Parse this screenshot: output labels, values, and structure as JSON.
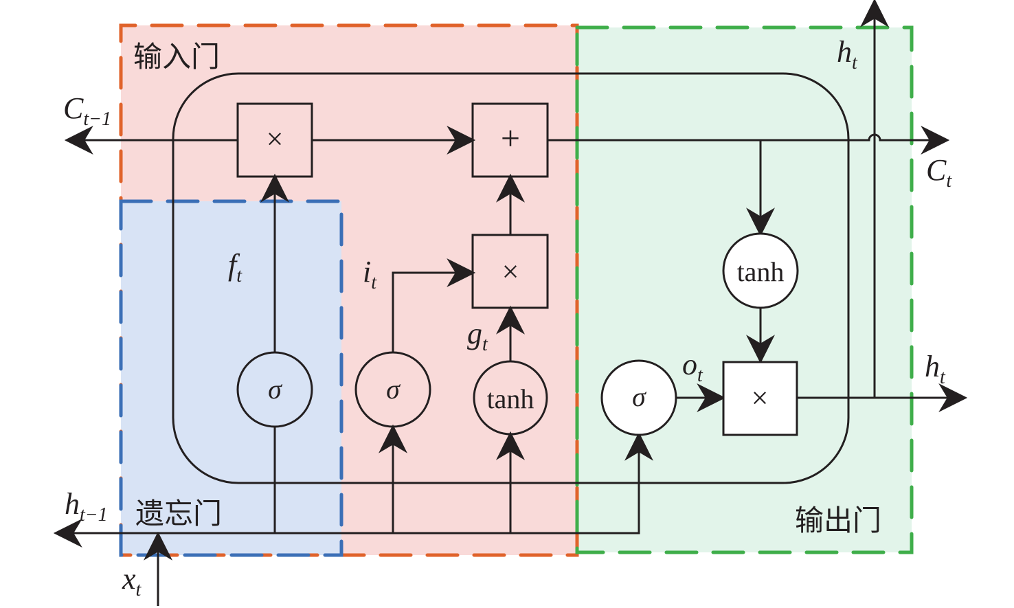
{
  "colors": {
    "input_gate_fill": "#f9dad9",
    "input_gate_border": "#e0622a",
    "forget_gate_fill": "#d8e3f5",
    "forget_gate_border": "#3b6fb6",
    "output_gate_fill": "#e2f4ea",
    "output_gate_border": "#3fae4a",
    "line": "#231f20",
    "node_white": "#ffffff"
  },
  "regions": {
    "input_gate": "输入门",
    "forget_gate": "遗忘门",
    "output_gate": "输出门"
  },
  "labels": {
    "c_prev": {
      "main": "C",
      "sub": "t−1"
    },
    "c_next": {
      "main": "C",
      "sub": "t"
    },
    "h_prev": {
      "main": "h",
      "sub": "t−1"
    },
    "h_top": {
      "main": "h",
      "sub": "t"
    },
    "h_out": {
      "main": "h",
      "sub": "t"
    },
    "x_in": {
      "main": "x",
      "sub": "t"
    },
    "f": {
      "main": "f",
      "sub": "t"
    },
    "i": {
      "main": "i",
      "sub": "t"
    },
    "g": {
      "main": "g",
      "sub": "t"
    },
    "o": {
      "main": "o",
      "sub": "t"
    }
  },
  "nodes": {
    "forget_mul": "×",
    "cell_add": "+",
    "input_mul": "×",
    "output_mul": "×",
    "forget_sigma": "σ",
    "input_sigma": "σ",
    "candidate_tanh": "tanh",
    "output_sigma": "σ",
    "cell_tanh": "tanh"
  }
}
